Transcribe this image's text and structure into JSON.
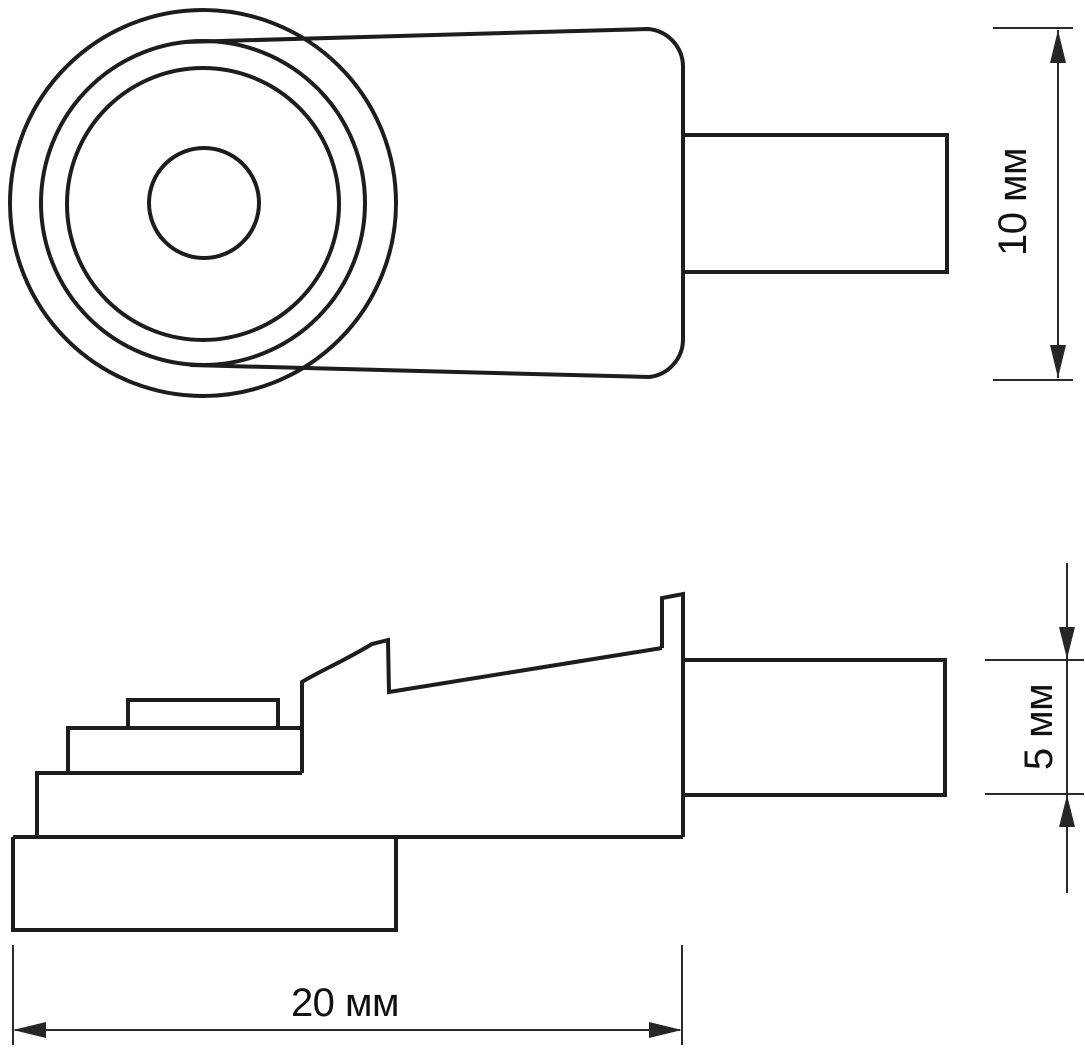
{
  "drawing": {
    "type": "technical-drawing",
    "part": "shelf-support-pin",
    "background": "#ffffff",
    "colors": {
      "outline": "#1d1d1b",
      "dimension": "#2b2b2b",
      "text": "#111111"
    },
    "dimensions": {
      "height": {
        "label": "10 мм",
        "value": 10,
        "unit": "мм"
      },
      "pin_height": {
        "label": "5 мм",
        "value": 5,
        "unit": "мм"
      },
      "length": {
        "label": "20 мм",
        "value": 20,
        "unit": "мм"
      }
    }
  }
}
